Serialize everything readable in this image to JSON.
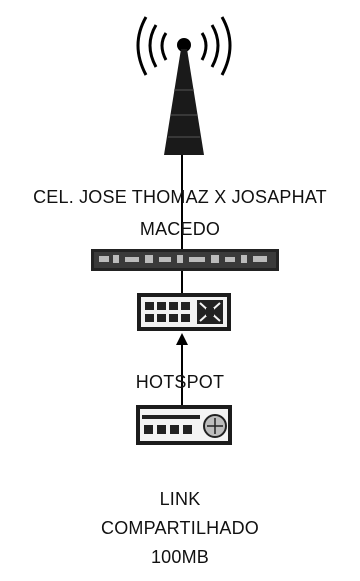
{
  "tower": {
    "icon": "radio-tower-icon"
  },
  "site": {
    "line1": "CEL. JOSE THOMAZ X JOSAPHAT",
    "line2": "MACEDO"
  },
  "hotspot": {
    "label": "HOTSPOT"
  },
  "link": {
    "line1": "LINK",
    "line2": "COMPARTILHADO",
    "line3": "100MB"
  },
  "devices": {
    "radio": "radio-device-icon",
    "switch": "switch-icon",
    "router": "router-icon"
  },
  "colors": {
    "line": "#000000",
    "text": "#111111"
  }
}
